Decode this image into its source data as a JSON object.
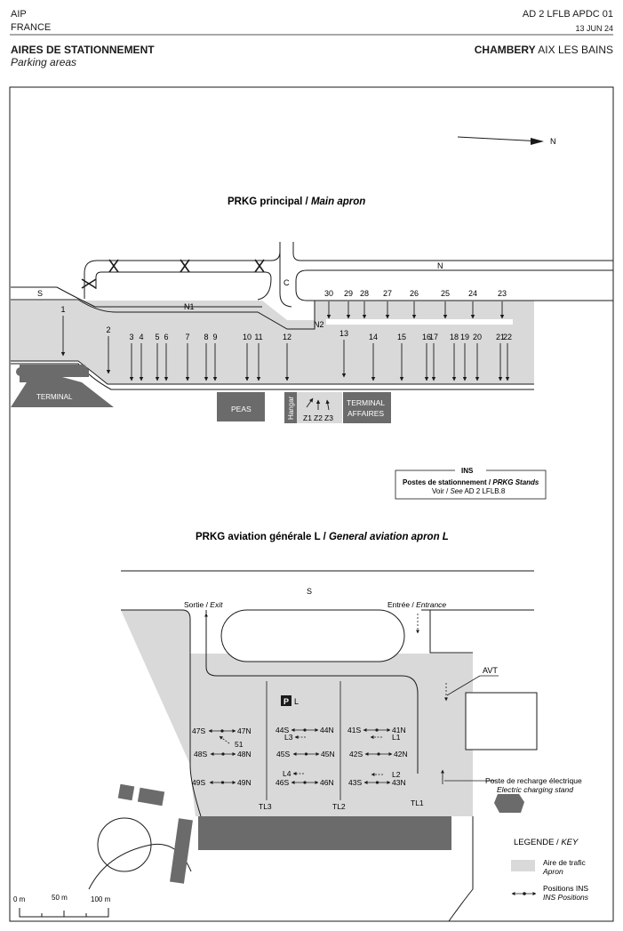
{
  "header": {
    "aip": "AIP",
    "country": "FRANCE",
    "doc_ref": "AD 2 LFLB APDC 01",
    "date": "13 JUN 24",
    "title": "AIRES DE STATIONNEMENT",
    "subtitle": "Parking areas",
    "airport_bold": "CHAMBERY",
    "airport_rest": " AIX LES BAINS"
  },
  "north": "N",
  "main_apron": {
    "title_fr": "PRKG principal / ",
    "title_en": "Main apron",
    "taxiways": [
      "N",
      "N1",
      "N2",
      "S",
      "C"
    ],
    "buildings": {
      "terminal": "TERMINAL",
      "peas": "PEAS",
      "hangar": "Hangar",
      "terminal_affaires_1": "TERMINAL",
      "terminal_affaires_2": "AFFAIRES"
    },
    "south_stands": [
      "1",
      "2",
      "3",
      "4",
      "5",
      "6",
      "7",
      "8",
      "9",
      "10",
      "11",
      "12",
      "13",
      "14",
      "15",
      "16",
      "17",
      "18",
      "19",
      "20",
      "21",
      "22"
    ],
    "north_stands": [
      "30",
      "29",
      "28",
      "27",
      "26",
      "25",
      "24",
      "23"
    ],
    "heli_zones": [
      "Z1",
      "Z2",
      "Z3"
    ]
  },
  "ins_box": {
    "title": "INS",
    "line1_fr": "Postes de stationnement / ",
    "line1_en": "PRKG Stands",
    "line2_fr": "Voir / ",
    "line2_en": "See",
    "line2_ref": " AD 2 LFLB.8"
  },
  "ga_apron": {
    "title_fr": "PRKG aviation générale L / ",
    "title_en": "General aviation apron L",
    "taxiway_s": "S",
    "exit_fr": "Sortie / ",
    "exit_en": "Exit",
    "entrance_fr": "Entrée / ",
    "entrance_en": "Entrance",
    "avt": "AVT",
    "parking_symbol": "P",
    "parking_label": "L",
    "lanes": [
      "TL3",
      "TL2",
      "TL1"
    ],
    "charging_fr": "Poste de recharge électrique",
    "charging_en": "Electric charging stand",
    "stands": [
      "47S",
      "47N",
      "51",
      "48S",
      "48N",
      "49S",
      "49N",
      "44S",
      "44N",
      "L3",
      "45S",
      "45N",
      "L4",
      "46S",
      "46N",
      "41S",
      "41N",
      "L1",
      "42S",
      "42N",
      "L2",
      "43S",
      "43N"
    ]
  },
  "legend": {
    "title_fr": "LEGENDE / ",
    "title_en": "KEY",
    "apron_fr": "Aire de trafic",
    "apron_en": "Apron",
    "ins_fr": "Positions INS",
    "ins_en": "INS Positions"
  },
  "scale": {
    "labels": [
      "0 m",
      "50 m",
      "100 m"
    ]
  },
  "colors": {
    "apron": "#d9d9d9",
    "building": "#6b6b6b",
    "line": "#1a1a1a"
  }
}
